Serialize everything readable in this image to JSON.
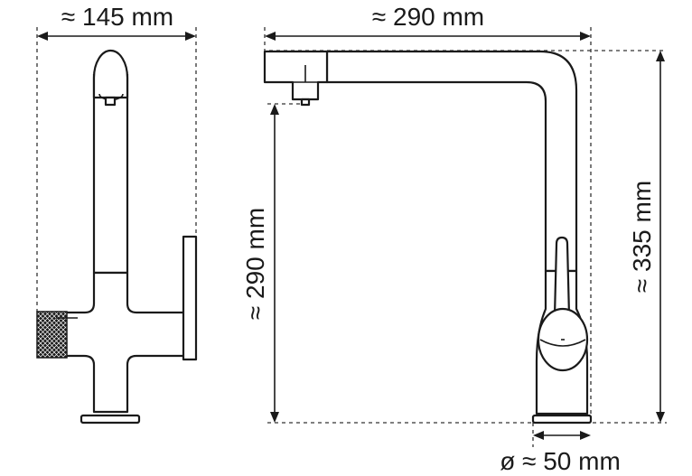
{
  "dimensions": {
    "width_side": "≈ 145 mm",
    "spout_reach": "≈ 290 mm",
    "spout_height": "≈ 290 mm",
    "total_height": "≈ 335 mm",
    "base_diameter": "ø ≈ 50 mm"
  },
  "colors": {
    "line": "#1a1a1a",
    "background": "#ffffff"
  }
}
